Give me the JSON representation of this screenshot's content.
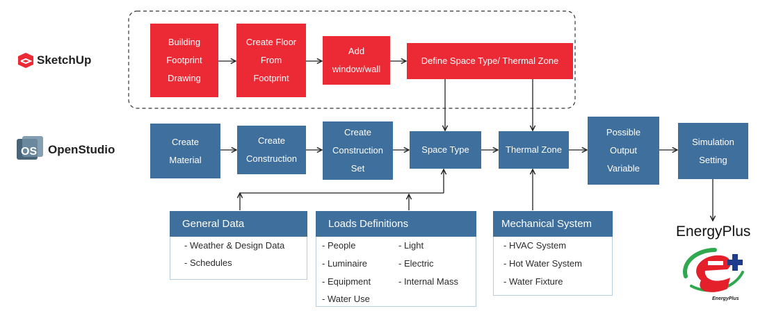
{
  "logos": {
    "sketchup": "SketchUp",
    "openstudio": "OpenStudio",
    "energyplus": "EnergyPlus",
    "energyplus_small": "EnergyPlus"
  },
  "sketchup_steps": [
    {
      "id": "building-footprint",
      "label": "Building\nFootprint\nDrawing"
    },
    {
      "id": "create-floor",
      "label": "Create Floor\nFrom\nFootprint"
    },
    {
      "id": "add-window-wall",
      "label": "Add\nwindow/wall"
    },
    {
      "id": "define-space-type",
      "label": "Define Space Type/ Thermal Zone"
    }
  ],
  "openstudio_steps": [
    {
      "id": "create-material",
      "label": "Create\nMaterial"
    },
    {
      "id": "create-construction",
      "label": "Create\nConstruction"
    },
    {
      "id": "create-construction-set",
      "label": "Create\nConstruction\nSet"
    },
    {
      "id": "space-type",
      "label": "Space Type"
    },
    {
      "id": "thermal-zone",
      "label": "Thermal Zone"
    },
    {
      "id": "possible-output-variable",
      "label": "Possible\nOutput\nVariable"
    },
    {
      "id": "simulation-setting",
      "label": "Simulation\nSetting"
    }
  ],
  "panels": {
    "general": {
      "title": "General Data",
      "items": [
        "- Weather & Design Data",
        "- Schedules"
      ]
    },
    "loads": {
      "title": "Loads Definitions",
      "left": [
        "- People",
        "- Luminaire",
        "- Equipment",
        "- Water Use"
      ],
      "right": [
        "- Light",
        "- Electric",
        "- Internal Mass"
      ]
    },
    "mechanical": {
      "title": "Mechanical System",
      "items": [
        "- HVAC System",
        "- Hot Water System",
        "- Water Fixture"
      ]
    }
  },
  "colors": {
    "sketchup_red": "#ec2a36",
    "openstudio_blue": "#3f6f9d",
    "arrow": "#222222"
  }
}
